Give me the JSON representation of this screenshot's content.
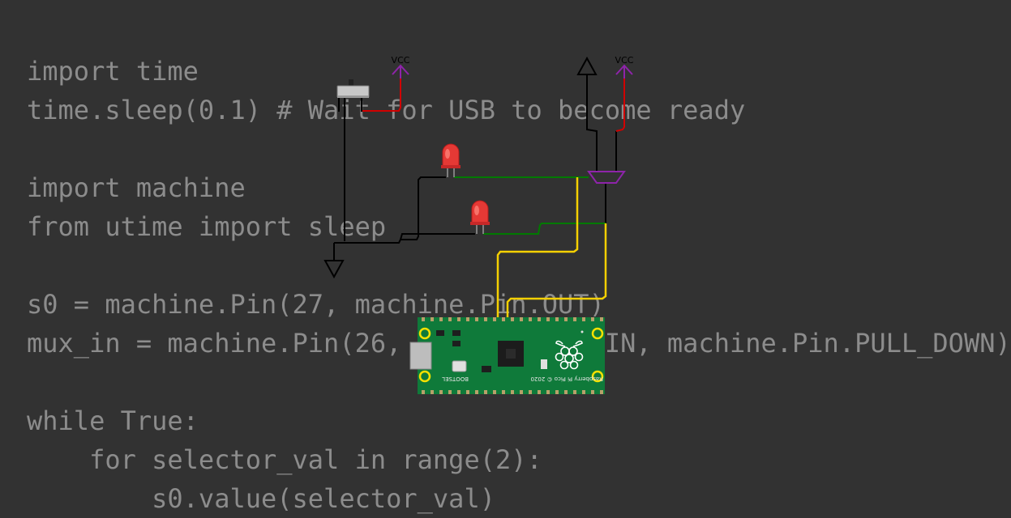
{
  "code": {
    "lines": [
      "import time",
      "time.sleep(0.1) # Wait for USB to become ready",
      "",
      "import machine",
      "from utime import sleep",
      "",
      "s0 = machine.Pin(27, machine.Pin.OUT)",
      "mux_in = machine.Pin(26, machine.Pin.IN, machine.Pin.PULL_DOWN)",
      "",
      "while True:",
      "    for selector_val in range(2):",
      "        s0.value(selector_val)"
    ]
  },
  "circuit": {
    "vcc_left_label": "VCC",
    "vcc_right_label": "VCC",
    "board_label": "Raspberry Pi Pico © 2020",
    "bootsel_label": "BOOTSEL",
    "colors": {
      "wire_black": "#000000",
      "wire_red": "#d10000",
      "wire_green": "#007a00",
      "wire_yellow": "#f5d000",
      "vcc_purple": "#8e24aa",
      "led_red": "#e53935",
      "pcb_green": "#0f7a3a"
    }
  }
}
